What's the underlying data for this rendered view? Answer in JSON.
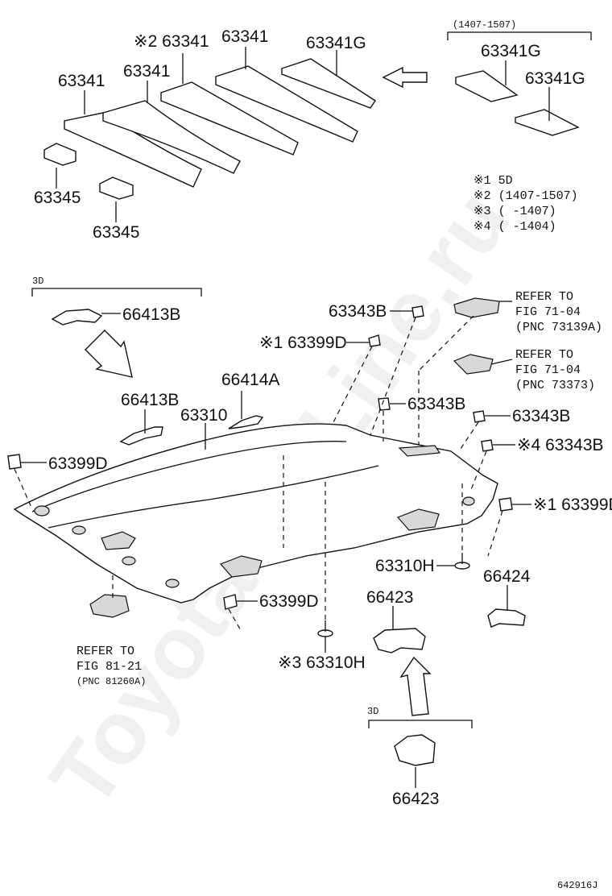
{
  "watermark": "ToyotaCarLine.ru",
  "diagram_code": "642916J",
  "padding_group": {
    "date_range": "(1407-1507)",
    "labels": {
      "p1": "※2 63341",
      "p2": "63341",
      "p3": "63341G",
      "p4": "63341",
      "p5": "63341",
      "p6": "63341G",
      "p7": "63341G",
      "p8": "63345",
      "p9": "63345"
    }
  },
  "notes": [
    "※1 5D",
    "※2 (1407-1507)",
    "※3 (     -1407)",
    "※4 (     -1404)"
  ],
  "headliner_group": {
    "variant_3d": "3D",
    "labels": {
      "a": "66413B",
      "b": "66413B",
      "c": "66414A",
      "d": "63310",
      "e": "63399D",
      "f": "※1 63399D",
      "g": "63343B",
      "h": "63343B",
      "i": "63343B",
      "j": "※4 63343B",
      "k": "※1 63399D",
      "l": "63310H",
      "m": "66424",
      "n": "66423",
      "o": "63399D",
      "p": "※3 63310H",
      "q": "66423"
    },
    "refer1": [
      "REFER TO",
      "FIG 71-04",
      "(PNC 73139A)"
    ],
    "refer2": [
      "REFER TO",
      "FIG 71-04",
      "(PNC 73373)"
    ],
    "refer3": [
      "REFER TO",
      "FIG 81-21",
      "(PNC 81260A)"
    ],
    "variant_3d_bottom": "3D"
  },
  "icons": [
    "arrow-left-icon",
    "arrow-down-right-icon",
    "arrow-up-icon",
    "clip-icon",
    "screw-icon",
    "map-lamp-icon"
  ]
}
